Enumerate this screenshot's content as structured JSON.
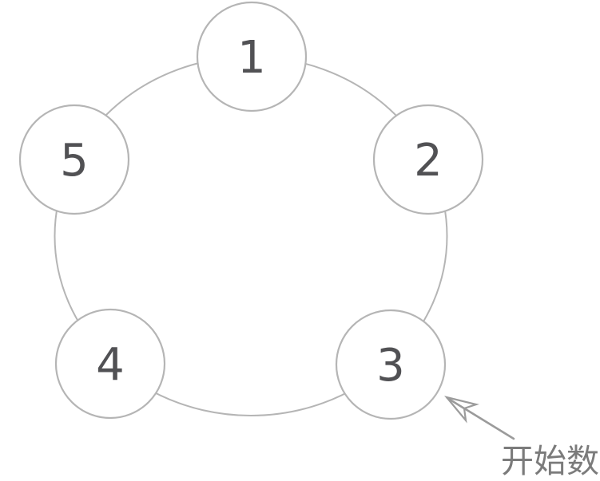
{
  "diagram": {
    "type": "circular-arrangement",
    "description_visible_elements": "five numbered circles connected in a ring with an arrow annotation",
    "nodes": [
      {
        "label": "1"
      },
      {
        "label": "2"
      },
      {
        "label": "3"
      },
      {
        "label": "4"
      },
      {
        "label": "5"
      }
    ],
    "annotation": {
      "label": "开始数",
      "target_node_label": "3"
    },
    "colors": {
      "background": "#ffffff",
      "node_fill": "#ffffff",
      "node_stroke": "#b5b5b5",
      "ring_stroke": "#b5b5b5",
      "number_text": "#515154",
      "arrow": "#9b9b9b",
      "annotation_text": "#7b7b7b"
    }
  }
}
